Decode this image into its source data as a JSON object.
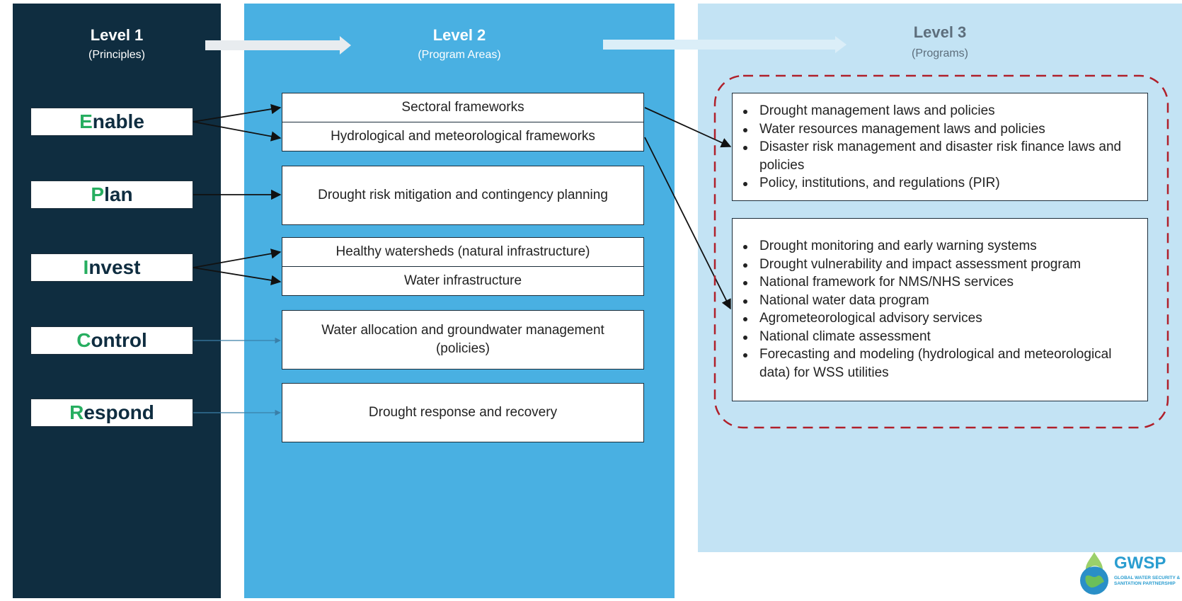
{
  "levels": [
    {
      "title": "Level 1",
      "subtitle": "(Principles)"
    },
    {
      "title": "Level 2",
      "subtitle": "(Program Areas)"
    },
    {
      "title": "Level 3",
      "subtitle": "(Programs)"
    }
  ],
  "principles": [
    {
      "first": "E",
      "rest": "nable"
    },
    {
      "first": "P",
      "rest": "lan"
    },
    {
      "first": "I",
      "rest": "nvest"
    },
    {
      "first": "C",
      "rest": "ontrol"
    },
    {
      "first": "R",
      "rest": "espond"
    }
  ],
  "program_areas": [
    "Sectoral frameworks",
    "Hydrological and meteorological  frameworks",
    "Drought risk mitigation and contingency planning",
    "Healthy watersheds (natural infrastructure)",
    "Water infrastructure",
    "Water allocation and groundwater management (policies)",
    "Drought response and recovery"
  ],
  "programs": {
    "group1": [
      "Drought management laws and policies",
      "Water resources management laws and policies",
      "Disaster risk management and disaster risk finance laws and policies",
      "Policy, institutions, and regulations (PIR)"
    ],
    "group2": [
      "Drought monitoring and early warning systems",
      "Drought vulnerability and impact assessment program",
      "National framework for NMS/NHS services",
      "National water data program",
      "Agrometeorological advisory services",
      "National climate assessment",
      "Forecasting and modeling (hydrological and meteorological data) for WSS utilities"
    ]
  },
  "logo": {
    "name": "GWSP",
    "tagline": "GLOBAL WATER SECURITY & SANITATION PARTNERSHIP"
  },
  "colors": {
    "level1_bg": "#0f2d40",
    "level2_bg": "#49b0e2",
    "level3_bg": "#c3e3f4",
    "accent_letter": "#27ae60",
    "dashed_outline": "#b0202a"
  }
}
